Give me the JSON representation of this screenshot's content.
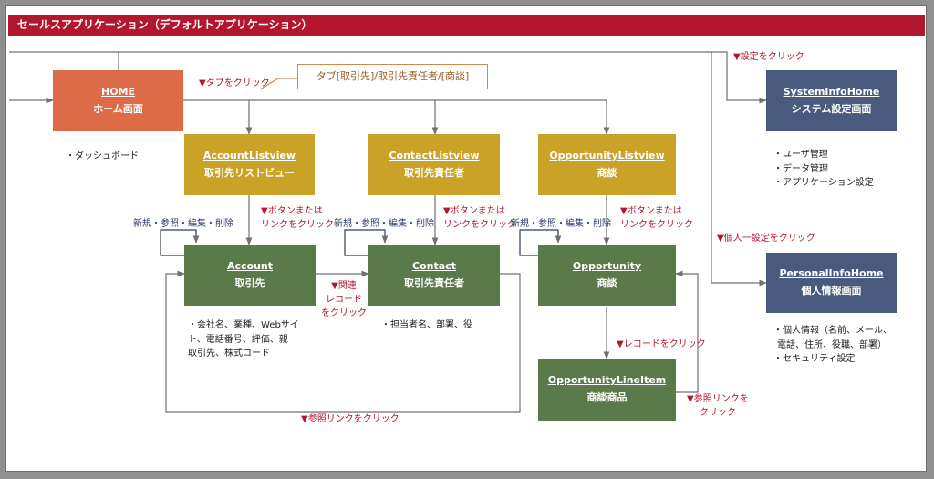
{
  "title": "セールスアプリケーション（デフォルトアプリケーション）",
  "colors": {
    "title_bar": "#b3172e",
    "home": "#dd6b48",
    "listview": "#c9a227",
    "record": "#5b7a4a",
    "settings": "#4a5a7e",
    "annotation": "#b3172e"
  },
  "nodes": {
    "home": {
      "en": "HOME",
      "ja": "ホーム画面"
    },
    "system_info_home": {
      "en": "SystemInfoHome",
      "ja": "システム設定画面"
    },
    "personal_info_home": {
      "en": "PersonalInfoHome",
      "ja": "個人情報画面"
    },
    "account_listview": {
      "en": "AccountListview",
      "ja": "取引先リストビュー"
    },
    "contact_listview": {
      "en": "ContactListview",
      "ja": "取引先責任者"
    },
    "opportunity_listview": {
      "en": "OpportunityListview",
      "ja": "商談"
    },
    "account": {
      "en": "Account",
      "ja": "取引先"
    },
    "contact": {
      "en": "Contact",
      "ja": "取引先責任者"
    },
    "opportunity": {
      "en": "Opportunity",
      "ja": "商談"
    },
    "opportunity_line_item": {
      "en": "OpportunityLineItem",
      "ja": "商談商品"
    }
  },
  "tab_box": "タブ[取引先]/取引先責任者/[商談]",
  "annotations": {
    "tab_click": "▼タブをクリック",
    "settings_click": "▼設定をクリック",
    "personal_settings_click": "▼個人一設定をクリック",
    "button_or_link": [
      "▼ボタンまたは",
      "リンクをクリック"
    ],
    "related_record": [
      "▼関連",
      "レコード",
      "をクリック"
    ],
    "record_click": "▼レコードをクリック",
    "ref_link_right": [
      "▼参照リンクを",
      "クリック"
    ],
    "ref_link_bottom": "▼参照リンクをクリック"
  },
  "crud_label": "新規・参照・編集・削除",
  "notes": {
    "home": [
      "・ダッシュボード"
    ],
    "system": [
      "・ユーザ管理",
      "・データ管理",
      "・アプリケーション設定"
    ],
    "personal": [
      "・個人情報（名前、メール、",
      "電話、住所、役職、部署）",
      "・セキュリティ設定"
    ],
    "account": [
      "・会社名、業種、Webサイ",
      "ト、電話番号、評価、親",
      "取引先、株式コード"
    ],
    "contact": [
      "・担当者名、部署、役"
    ]
  }
}
